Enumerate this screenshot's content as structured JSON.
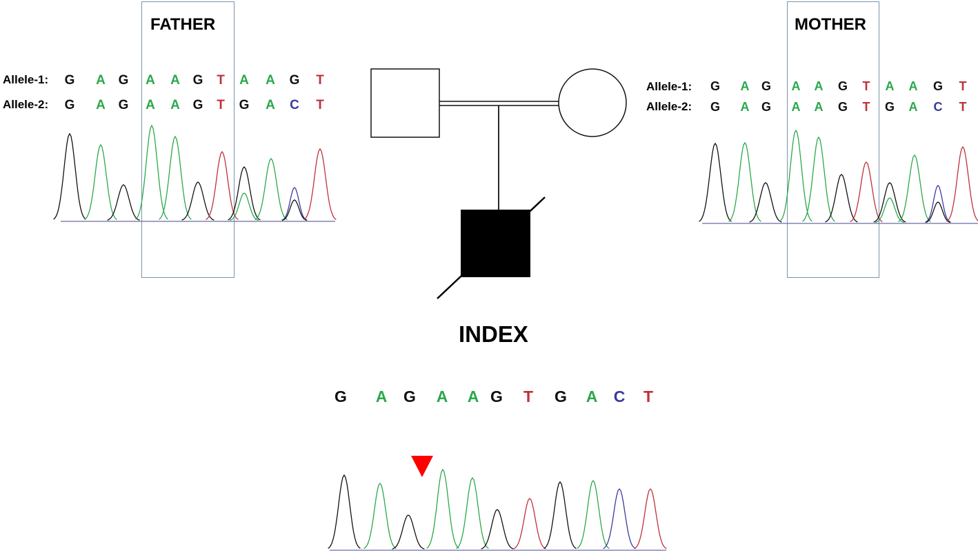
{
  "colors": {
    "G": "#111111",
    "A": "#2aa84a",
    "T": "#c0303a",
    "C": "#3a3aa0"
  },
  "father": {
    "title": "FATHER",
    "allele1_label": "Allele-1:",
    "allele2_label": "Allele-2:",
    "allele1": [
      "G",
      "A",
      "G",
      "A",
      "A",
      "G",
      "T",
      "A",
      "A",
      "G",
      "T"
    ],
    "allele2": [
      "G",
      "A",
      "G",
      "A",
      "A",
      "G",
      "T",
      "G",
      "A",
      "C",
      "T"
    ]
  },
  "mother": {
    "title": "MOTHER",
    "allele1_label": "Allele-1:",
    "allele2_label": "Allele-2:",
    "allele1": [
      "G",
      "A",
      "G",
      "A",
      "A",
      "G",
      "T",
      "A",
      "A",
      "G",
      "T"
    ],
    "allele2": [
      "G",
      "A",
      "G",
      "A",
      "A",
      "G",
      "T",
      "G",
      "A",
      "C",
      "T"
    ]
  },
  "index": {
    "title": "INDEX",
    "sequence": [
      "G",
      "A",
      "G",
      "A",
      "A",
      "G",
      "T",
      "G",
      "A",
      "C",
      "T"
    ]
  },
  "pedigree": {
    "father_symbol": "square-unaffected",
    "mother_symbol": "circle-unaffected",
    "index_symbol": "filled-square-deceased",
    "marker": "red-triangle-icon"
  }
}
